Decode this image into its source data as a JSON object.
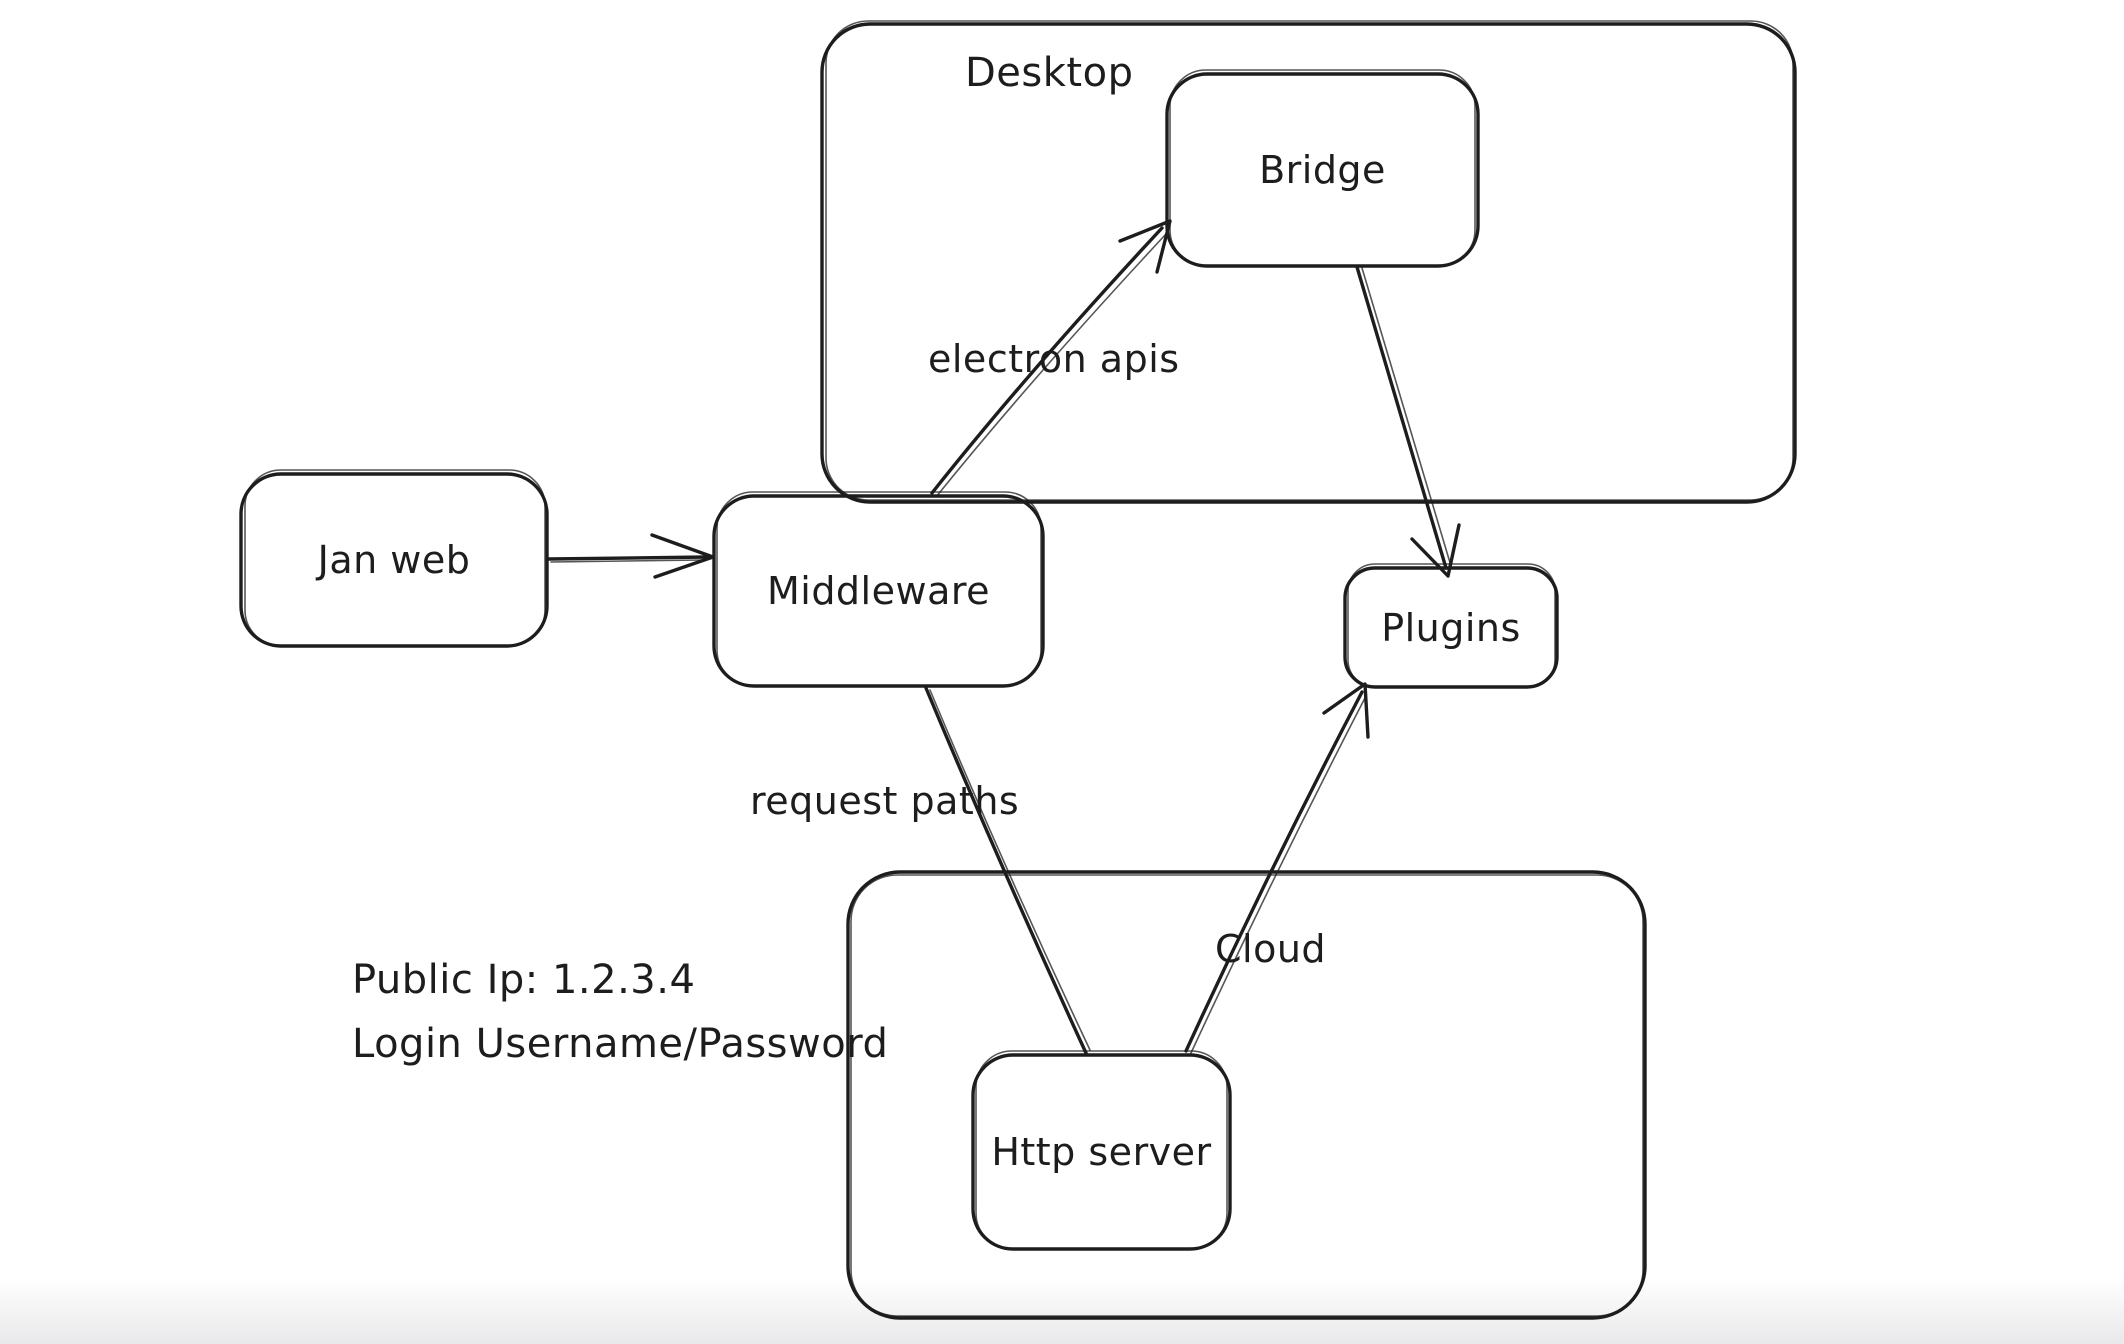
{
  "app": {
    "type": "hand-drawn architecture diagram",
    "background_color": "#ffffff",
    "stroke_color": "#1d1d1d",
    "bottom_fade_color": "#e9e9eb"
  },
  "containers": {
    "desktop": {
      "label": "Desktop"
    },
    "cloud": {
      "label": "Cloud"
    }
  },
  "nodes": {
    "jan_web": {
      "label": "Jan web"
    },
    "middleware": {
      "label": "Middleware"
    },
    "bridge": {
      "label": "Bridge"
    },
    "plugins": {
      "label": "Plugins"
    },
    "http_server": {
      "label": "Http server"
    }
  },
  "edges": {
    "jan_web_to_middleware": {
      "from": "Jan web",
      "to": "Middleware",
      "label": ""
    },
    "middleware_to_bridge": {
      "from": "Middleware",
      "to": "Bridge",
      "label": "electron apis"
    },
    "bridge_to_plugins": {
      "from": "Bridge",
      "to": "Plugins",
      "label": ""
    },
    "middleware_to_http_server": {
      "from": "Middleware",
      "to": "Http server",
      "label": "request paths"
    },
    "http_server_to_plugins": {
      "from": "Http server",
      "to": "Plugins",
      "label": ""
    }
  },
  "annotations": {
    "public_ip": "Public Ip: 1.2.3.4",
    "login": "Login Username/Password"
  }
}
